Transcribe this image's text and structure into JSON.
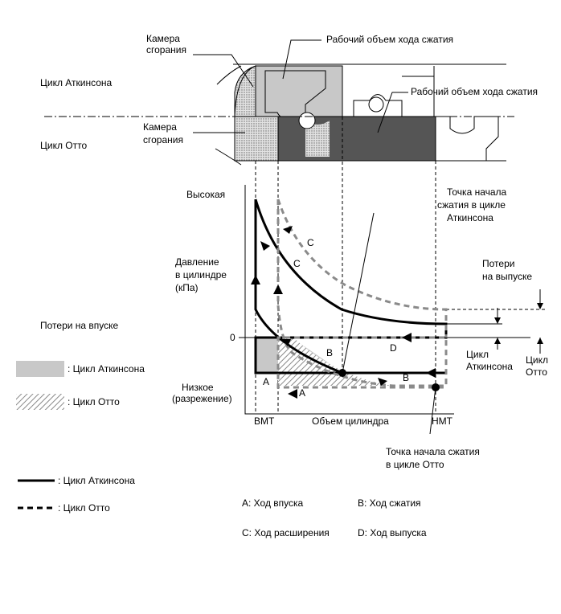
{
  "engine": {
    "atkinson_cycle": "Цикл Аткинсона",
    "otto_cycle": "Цикл Отто",
    "combustion_chamber_top": [
      "Камера",
      "сгорания"
    ],
    "combustion_chamber_bottom": [
      "Камера",
      "сгорания"
    ],
    "compression_volume_top": "Рабочий объем хода сжатия",
    "compression_volume_right": "Рабочий объем хода сжатия"
  },
  "chart": {
    "high": "Высокая",
    "pressure_label": [
      "Давление",
      "в цилиндре",
      "(кПа)"
    ],
    "intake_loss": "Потери на впуске",
    "zero": "0",
    "low": [
      "Низкое",
      "(разрежение)"
    ],
    "bmt": "ВМТ",
    "nmt": "НМТ",
    "volume_label": "Объем цилиндра",
    "atkinson_start": [
      "Точка начала",
      "сжатия в цикле",
      "Аткинсона"
    ],
    "otto_start": [
      "Точка начала сжатия",
      "в цикле Отто"
    ],
    "exhaust_loss": [
      "Потери",
      "на выпуске"
    ],
    "right_atkinson": [
      "Цикл",
      "Аткинсона"
    ],
    "right_otto": [
      "Цикл",
      "Отто"
    ],
    "stroke_letters": {
      "a": "A",
      "b": "B",
      "c": "C",
      "d": "D"
    }
  },
  "legend": {
    "atkinson_area": ": Цикл Аткинсона",
    "otto_area": ": Цикл Отто",
    "atkinson_line": ": Цикл Аткинсона",
    "otto_line": ": Цикл Отто"
  },
  "strokes": {
    "a": "A: Ход впуска",
    "b": "B: Ход сжатия",
    "c": "C: Ход расширения",
    "d": "D: Ход выпуска"
  },
  "colors": {
    "atkinson_fill": "#c8c8c8",
    "otto_volume_fill": "#555555",
    "otto_dash": "#8a8a8a"
  }
}
